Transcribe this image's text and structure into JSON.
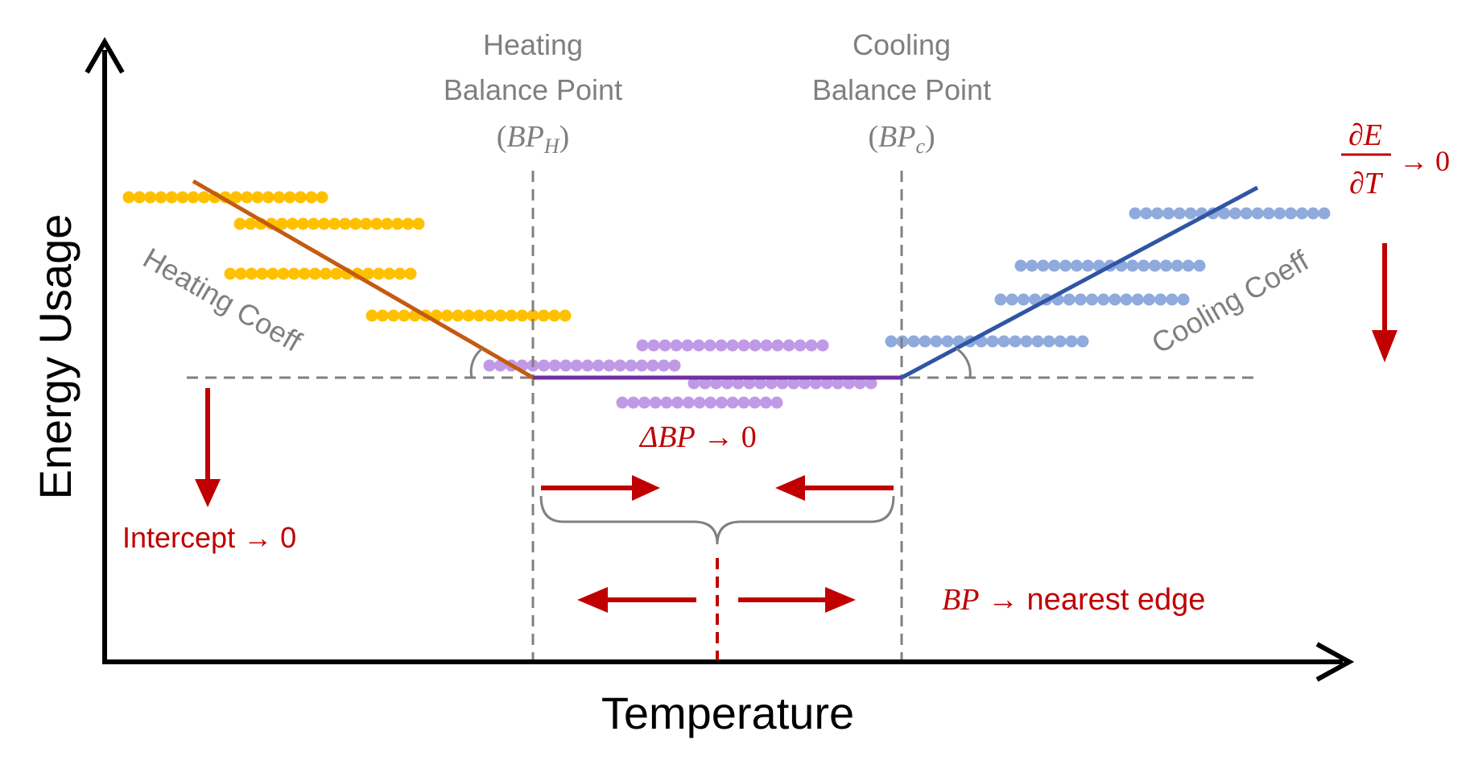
{
  "axes": {
    "x_label": "Temperature",
    "y_label": "Energy Usage"
  },
  "balance_points": {
    "heating": {
      "line1": "Heating",
      "line2": "Balance Point",
      "symbol_open": "(",
      "symbol_main": "BP",
      "symbol_sub": "H",
      "symbol_close": ")"
    },
    "cooling": {
      "line1": "Cooling",
      "line2": "Balance Point",
      "symbol_open": "(",
      "symbol_main": "BP",
      "symbol_sub": "c",
      "symbol_close": ")"
    }
  },
  "coefficients": {
    "heating": "Heating Coeff",
    "cooling": "Cooling Coeff"
  },
  "annotations": {
    "intercept": "Intercept → 0",
    "delta_bp_sym": "ΔBP",
    "delta_bp_rest": " → 0",
    "bp_edge_sym": "BP",
    "bp_edge_rest": " → nearest edge",
    "slope_num": "∂E",
    "slope_den": "∂T",
    "slope_rest": "→ 0"
  },
  "colors": {
    "axis": "#000000",
    "guide": "#808080",
    "label_gray": "#7f7f7f",
    "accent_red": "#c00000",
    "heating_line": "#c55a11",
    "heating_points": "#ffc000",
    "base_line": "#7030a0",
    "base_points": "#c09ae6",
    "cooling_line": "#2f55a4",
    "cooling_points": "#8faadc"
  }
}
